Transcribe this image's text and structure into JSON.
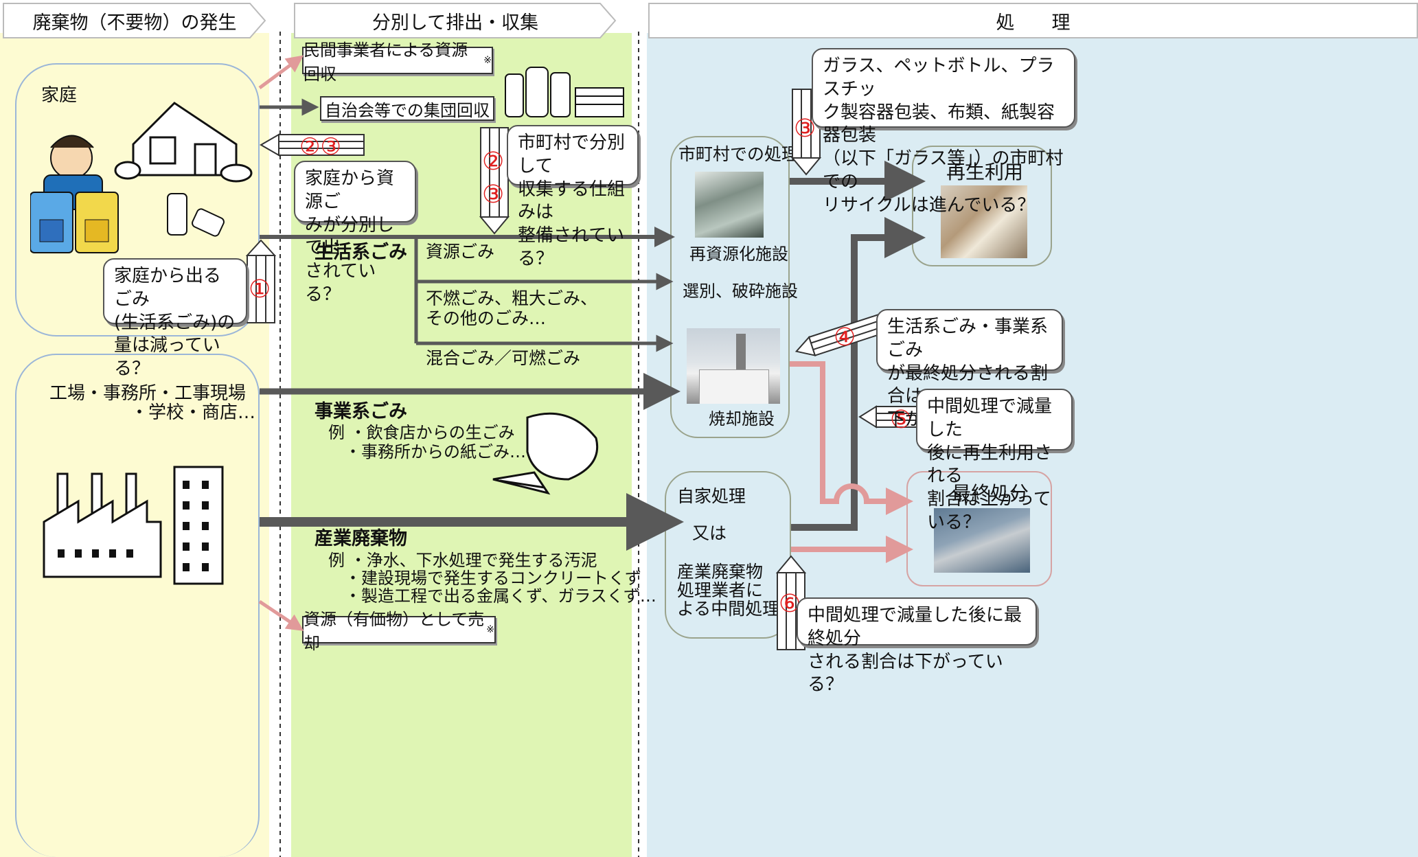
{
  "headers": {
    "generation": "廃棄物（不要物）の発生",
    "collection": "分別して排出・収集",
    "treatment": "処　　理"
  },
  "home": {
    "label": "家庭"
  },
  "business_sources": {
    "line1": "工場・事務所・工事現場",
    "line2": "・学校・商店…"
  },
  "collection": {
    "private_recovery": "民間事業者による資源回収",
    "private_recovery_mark": "※",
    "group_collection": "自治会等での集団回収",
    "sold": "資源（有価物）として売却",
    "sold_mark": "※",
    "household_waste": "生活系ごみ",
    "resource_waste": "資源ごみ",
    "bulky_line1": "不燃ごみ、粗大ごみ、",
    "bulky_line2": "その他のごみ…",
    "mixed": "混合ごみ／可燃ごみ",
    "business_waste": "事業系ごみ",
    "business_ex1": "例 ・飲食店からの生ごみ",
    "business_ex2": "・事務所からの紙ごみ…",
    "industrial_waste": "産業廃棄物",
    "industrial_ex1": "例 ・浄水、下水処理で発生する汚泥",
    "industrial_ex2": "・建設現場で発生するコンクリートくず",
    "industrial_ex3": "・製造工程で出る金属くず、ガラスくず…"
  },
  "treatment": {
    "municipal_title": "市町村での処理",
    "recycle_facility": "再資源化施設",
    "sorting_facility": "選別、破砕施設",
    "incineration": "焼却施設",
    "self_line1": "自家処理",
    "self_line2": "又は",
    "self_line3": "産業廃棄物",
    "self_line4": "処理業者に",
    "self_line5": "よる中間処理",
    "reuse": "再生利用",
    "final": "最終処分"
  },
  "questions": {
    "q1": {
      "num": "①",
      "lines": [
        "家庭から出るごみ",
        "(生活系ごみ)の",
        "量は減っている？"
      ]
    },
    "q23_home": {
      "num": "②③",
      "lines": [
        "家庭から資源ご",
        "みが分別して出",
        "されている？"
      ]
    },
    "q23_city": {
      "num2": "②",
      "num3": "③",
      "lines": [
        "市町村で分別して",
        "収集する仕組みは",
        "整備されている？"
      ]
    },
    "q3": {
      "num": "③",
      "lines": [
        "ガラス、ペットボトル、プラスチッ",
        "ク製容器包装、布類、紙製容器包装",
        "（以下「ガラス等」）の市町村での",
        "リサイクルは進んでいる？"
      ]
    },
    "q4": {
      "num": "④",
      "lines": [
        "生活系ごみ・事業系ごみ",
        "が最終処分される割合は",
        "下がっている？"
      ]
    },
    "q5": {
      "num": "⑤",
      "lines": [
        "中間処理で減量した",
        "後に再生利用される",
        "割合は上がっている？"
      ]
    },
    "q6": {
      "num": "⑥",
      "lines": [
        "中間処理で減量した後に最終処分",
        "される割合は下がっている？"
      ]
    }
  },
  "colors": {
    "yellow_zone": "#fdfbd2",
    "green_zone": "#dff5b4",
    "blue_zone": "#dbecf3",
    "dark_arrow": "#595959",
    "pink_arrow": "#e19a9a",
    "number_red": "#e02020"
  }
}
